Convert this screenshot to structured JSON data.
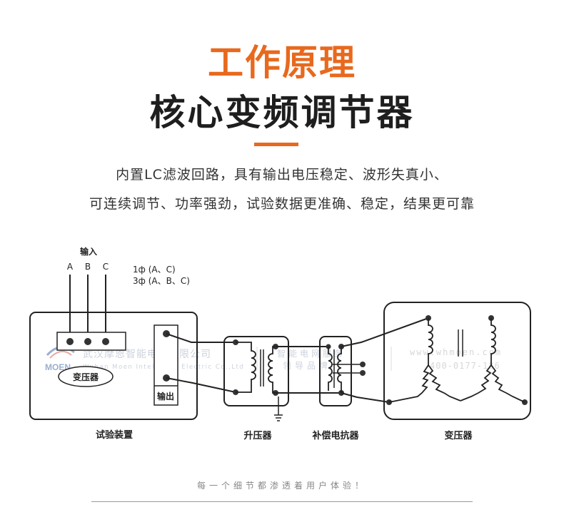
{
  "header": {
    "title_top": "工作原理",
    "title_main": "核心变频调节器",
    "accent_color": "#e8691e"
  },
  "description": {
    "line1": "内置LC滤波回路，具有输出电压稳定、波形失真小、",
    "line2": "可连续调节、功率强劲，试验数据更准确、稳定，结果更可靠"
  },
  "diagram": {
    "input_label": "输入",
    "phase_letters": [
      "A",
      "B",
      "C"
    ],
    "phase_note_1": "1ф (A、C)",
    "phase_note_2": "3ф (A、B、C)",
    "inner_transformer_label": "变压器",
    "output_label": "输出",
    "blocks": {
      "test_device": "试验装置",
      "step_up": "升压器",
      "compensation_reactor": "补偿电抗器",
      "transformer": "变压器"
    }
  },
  "watermark": {
    "logo_text": "MOEN",
    "company_cn": "武汉摩恩智能电气有限公司",
    "company_en": "Wuhan Moen Intelligent Electric Co.,Ltd",
    "slogan_1": "智能电网服务",
    "slogan_2": "领导品牌",
    "website": "www.whmoen.com",
    "phone": "400-0177-186"
  },
  "footer": {
    "text": "每一个细节都渗透着用户体验！"
  }
}
